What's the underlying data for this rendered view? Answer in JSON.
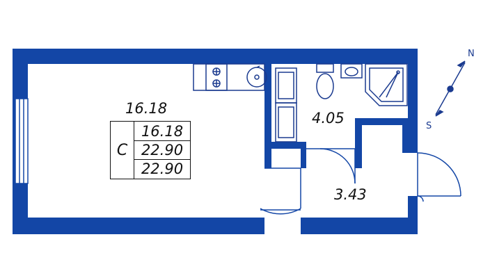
{
  "rooms": {
    "living": "16.18",
    "bathroom": "4.05",
    "hall": "3.43"
  },
  "summary": {
    "letter": "С",
    "living_area": "16.18",
    "total_area": "22.90",
    "total_area_2": "22.90"
  },
  "compass": {
    "north": "N",
    "south": "S"
  },
  "colors": {
    "wall": "#1346a6",
    "fixture": "#1a3a8f"
  }
}
